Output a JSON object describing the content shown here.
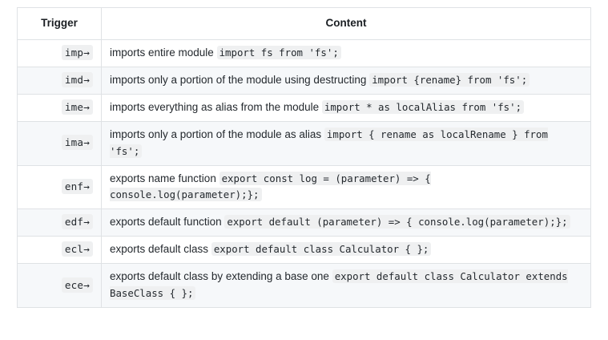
{
  "table": {
    "headers": {
      "trigger": "Trigger",
      "content": "Content"
    },
    "rows": [
      {
        "trigger": "imp→",
        "description": "imports entire module",
        "code": "import fs from 'fs';"
      },
      {
        "trigger": "imd→",
        "description": "imports only a portion of the module using destructing",
        "code": "import {rename} from 'fs';"
      },
      {
        "trigger": "ime→",
        "description": "imports everything as alias from the module",
        "code": "import * as localAlias from 'fs';"
      },
      {
        "trigger": "ima→",
        "description": "imports only a portion of the module as alias",
        "code": "import { rename as localRename } from 'fs';"
      },
      {
        "trigger": "enf→",
        "description": "exports name function",
        "code": "export const log = (parameter) => { console.log(parameter);};"
      },
      {
        "trigger": "edf→",
        "description": "exports default function",
        "code": "export default (parameter) => { console.log(parameter);};"
      },
      {
        "trigger": "ecl→",
        "description": "exports default class",
        "code": "export default class Calculator { };"
      },
      {
        "trigger": "ece→",
        "description": "exports default class by extending a base one",
        "code": "export default class Calculator extends BaseClass { };"
      }
    ]
  },
  "colors": {
    "border": "#dfe2e5",
    "row_alt_bg": "#f6f8fa",
    "code_bg": "#eff0f1",
    "text": "#24292e"
  }
}
